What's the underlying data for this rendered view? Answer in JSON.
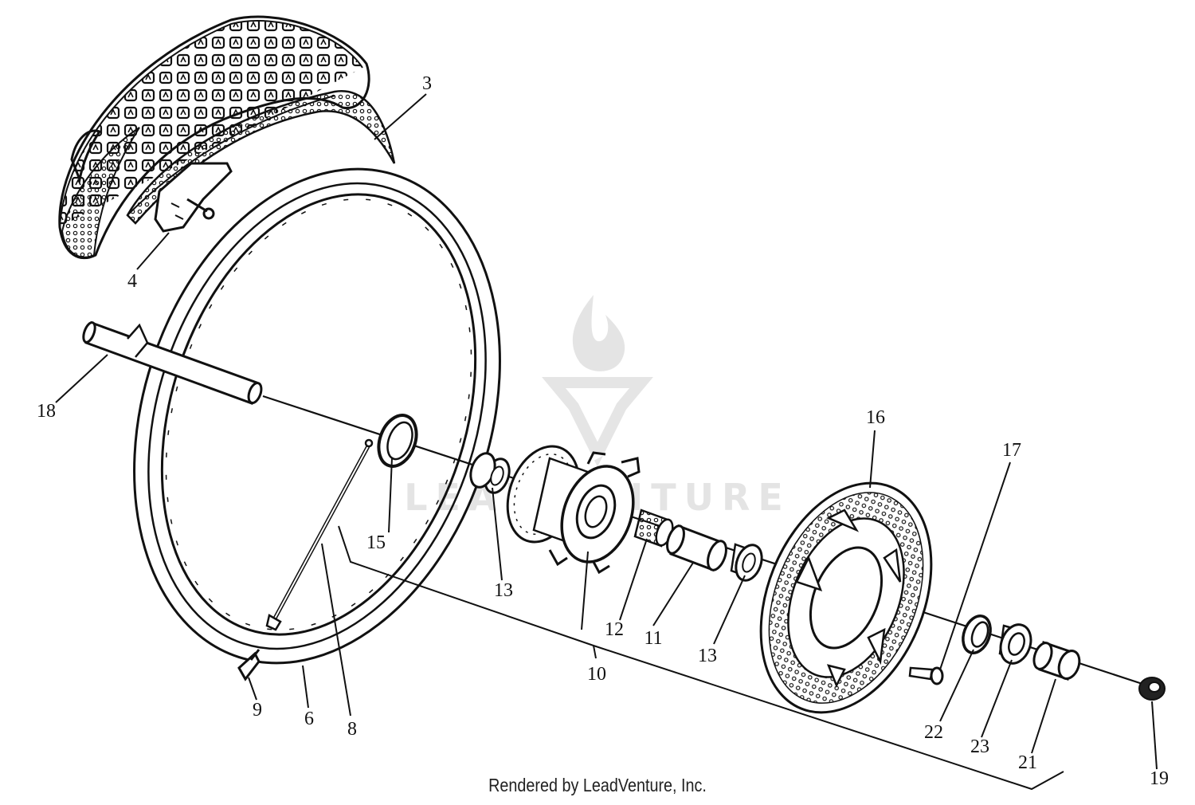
{
  "footer": {
    "text": "Rendered by LeadVenture, Inc."
  },
  "watermark": {
    "text": "LEADVENTURE",
    "color": "#c9c9c9"
  },
  "colors": {
    "ink": "#111111",
    "background": "#ffffff"
  },
  "callouts": {
    "c3": "3",
    "c4": "4",
    "c18": "18",
    "c15": "15",
    "c13a": "13",
    "c13b": "13",
    "c12": "12",
    "c11": "11",
    "c10": "10",
    "c9": "9",
    "c6": "6",
    "c8": "8",
    "c16": "16",
    "c17": "17",
    "c22": "22",
    "c23": "23",
    "c21": "21",
    "c19": "19"
  }
}
